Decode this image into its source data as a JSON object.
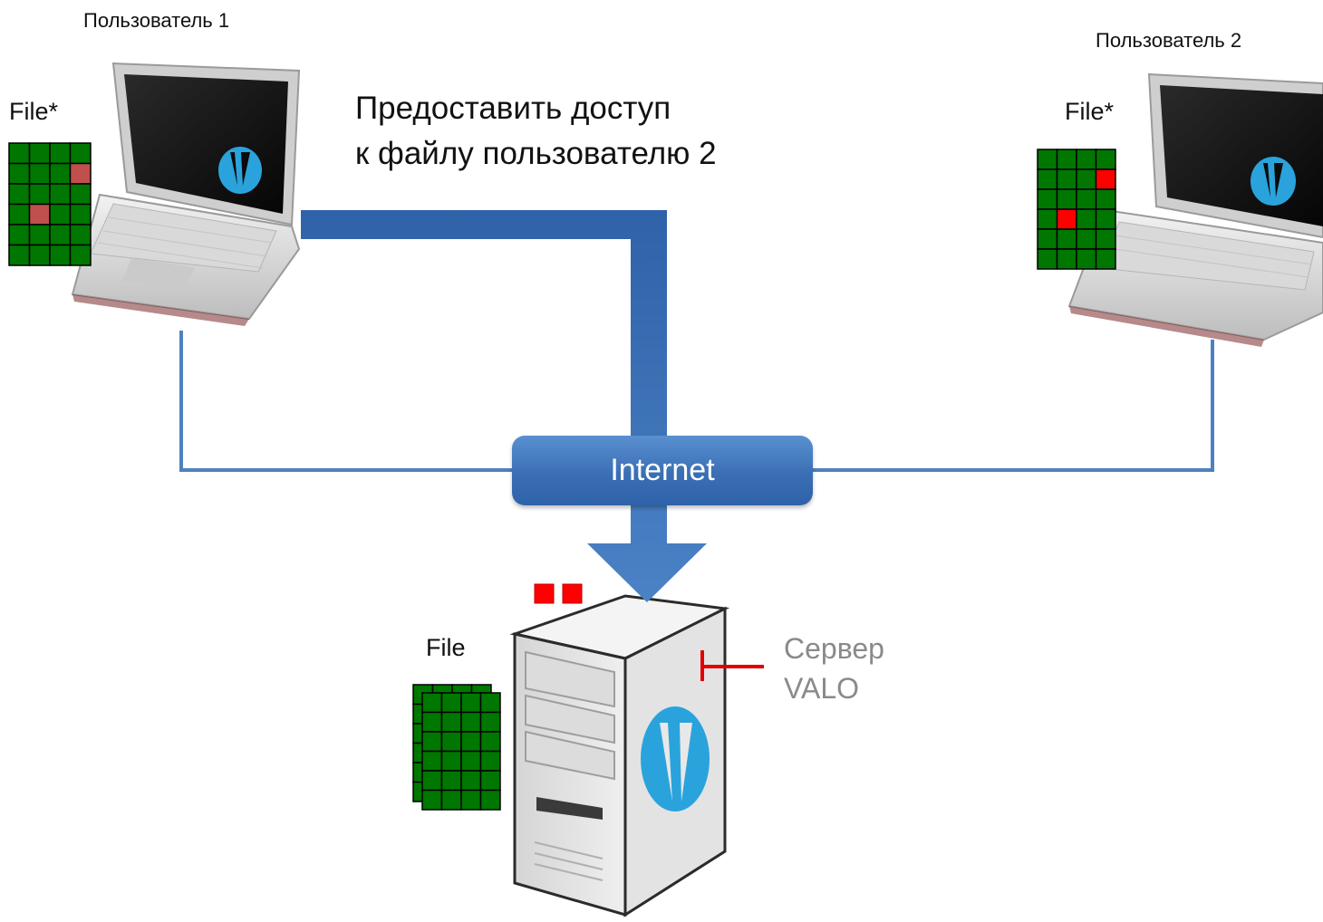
{
  "user1": {
    "label": "Пользователь 1",
    "file_label": "File*"
  },
  "user2": {
    "label": "Пользователь 2",
    "file_label": "File*"
  },
  "share_action": {
    "line1": "Предоставить доступ",
    "line2": "к файлу пользователю 2"
  },
  "network": {
    "label": "Internet"
  },
  "server": {
    "label_line1": "Сервер",
    "label_line2": "VALO",
    "file_label": "File"
  },
  "colors": {
    "flow_arrow": "#3a6fb5",
    "line": "#4f81bd",
    "file_block": "#007700",
    "changed_block": "#ff0000",
    "changed_block_faded": "#c0504d",
    "logo": "#2aa3dc",
    "server_marker": "#e00000"
  },
  "icons": {
    "laptop": "laptop-icon",
    "server": "server-tower-icon",
    "file_grid": "file-block-grid-icon",
    "logo": "valo-logo-icon"
  }
}
